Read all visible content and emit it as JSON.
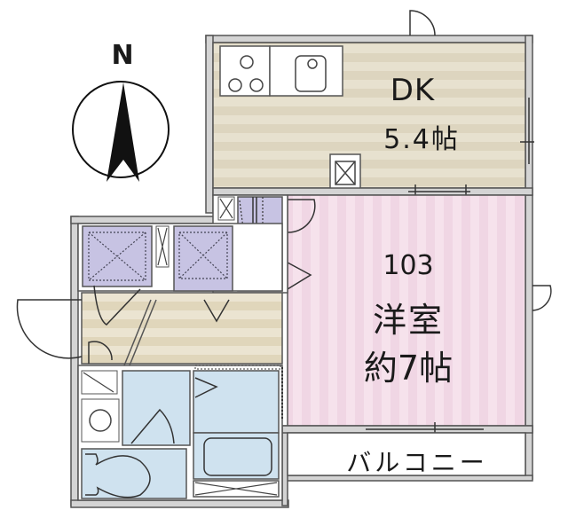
{
  "floor_plan": {
    "compass": {
      "label": "N",
      "icon": "north-arrow-icon"
    },
    "rooms": {
      "dining_kitchen": {
        "name": "DK",
        "size": "5.4帖",
        "floor_color": "#ddd5bf"
      },
      "western_room": {
        "number": "103",
        "type": "洋室",
        "size": "約7帖",
        "floor_color": "#f2d8e6"
      },
      "balcony": {
        "name": "バルコニー"
      },
      "entrance_hall": {
        "floor_color": "#e3d9c0"
      },
      "wet_areas": {
        "floor_color": "#cfe2ef"
      },
      "closets": {
        "fill_color": "#c7c3e3"
      }
    },
    "fixtures": [
      "stove-3-burner",
      "kitchen-sink",
      "fridge-space",
      "washing-machine-space",
      "toilet",
      "bathtub",
      "washbasin"
    ],
    "colors": {
      "wall": "#cfcfcf",
      "wall_outline": "#555555"
    }
  }
}
